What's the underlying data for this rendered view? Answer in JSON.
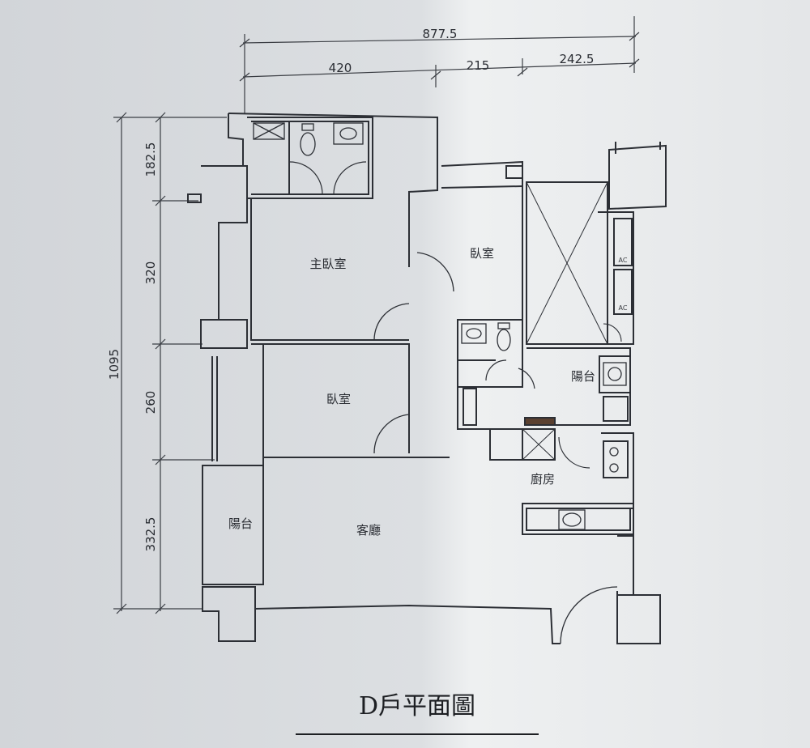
{
  "dimensions": {
    "total_width": "877.5",
    "seg_420": "420",
    "seg_215": "215",
    "seg_242_5": "242.5",
    "total_depth": "1095",
    "seg_182_5": "182.5",
    "seg_320": "320",
    "seg_260": "260",
    "seg_332_5": "332.5"
  },
  "rooms": {
    "master_bedroom": "主臥室",
    "bedroom_east": "臥室",
    "bedroom_west": "臥室",
    "balcony_utility": "陽台",
    "kitchen": "廚房",
    "balcony_living": "陽台",
    "living_room": "客廳",
    "ac_1": "AC",
    "ac_2": "AC"
  },
  "title": "D戶平面圖"
}
